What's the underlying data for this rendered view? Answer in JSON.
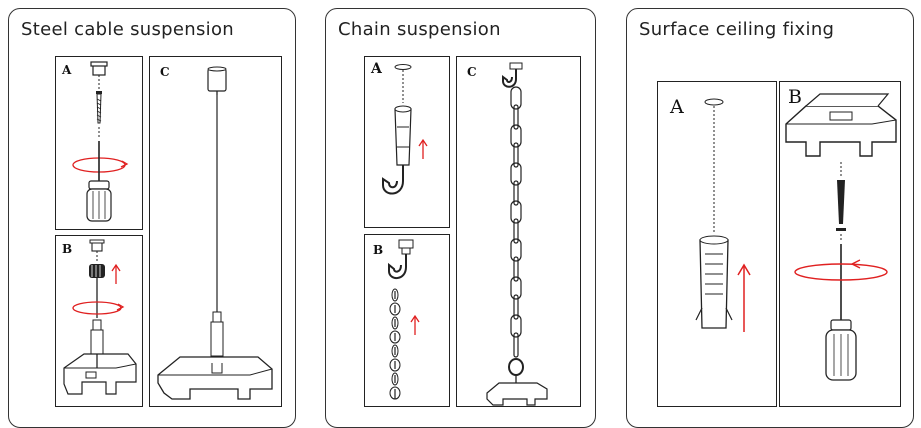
{
  "panels": [
    {
      "title": "Steel cable suspension",
      "boxes": {
        "a": "A",
        "b": "B",
        "c": "C"
      }
    },
    {
      "title": "Chain suspension",
      "boxes": {
        "a": "A",
        "b": "B",
        "c": "C"
      }
    },
    {
      "title": "Surface ceiling fixing",
      "boxes": {
        "a": "A",
        "b": "B"
      }
    }
  ],
  "colors": {
    "arrow": "#e02020",
    "line": "#222222",
    "frame": "#333333"
  }
}
